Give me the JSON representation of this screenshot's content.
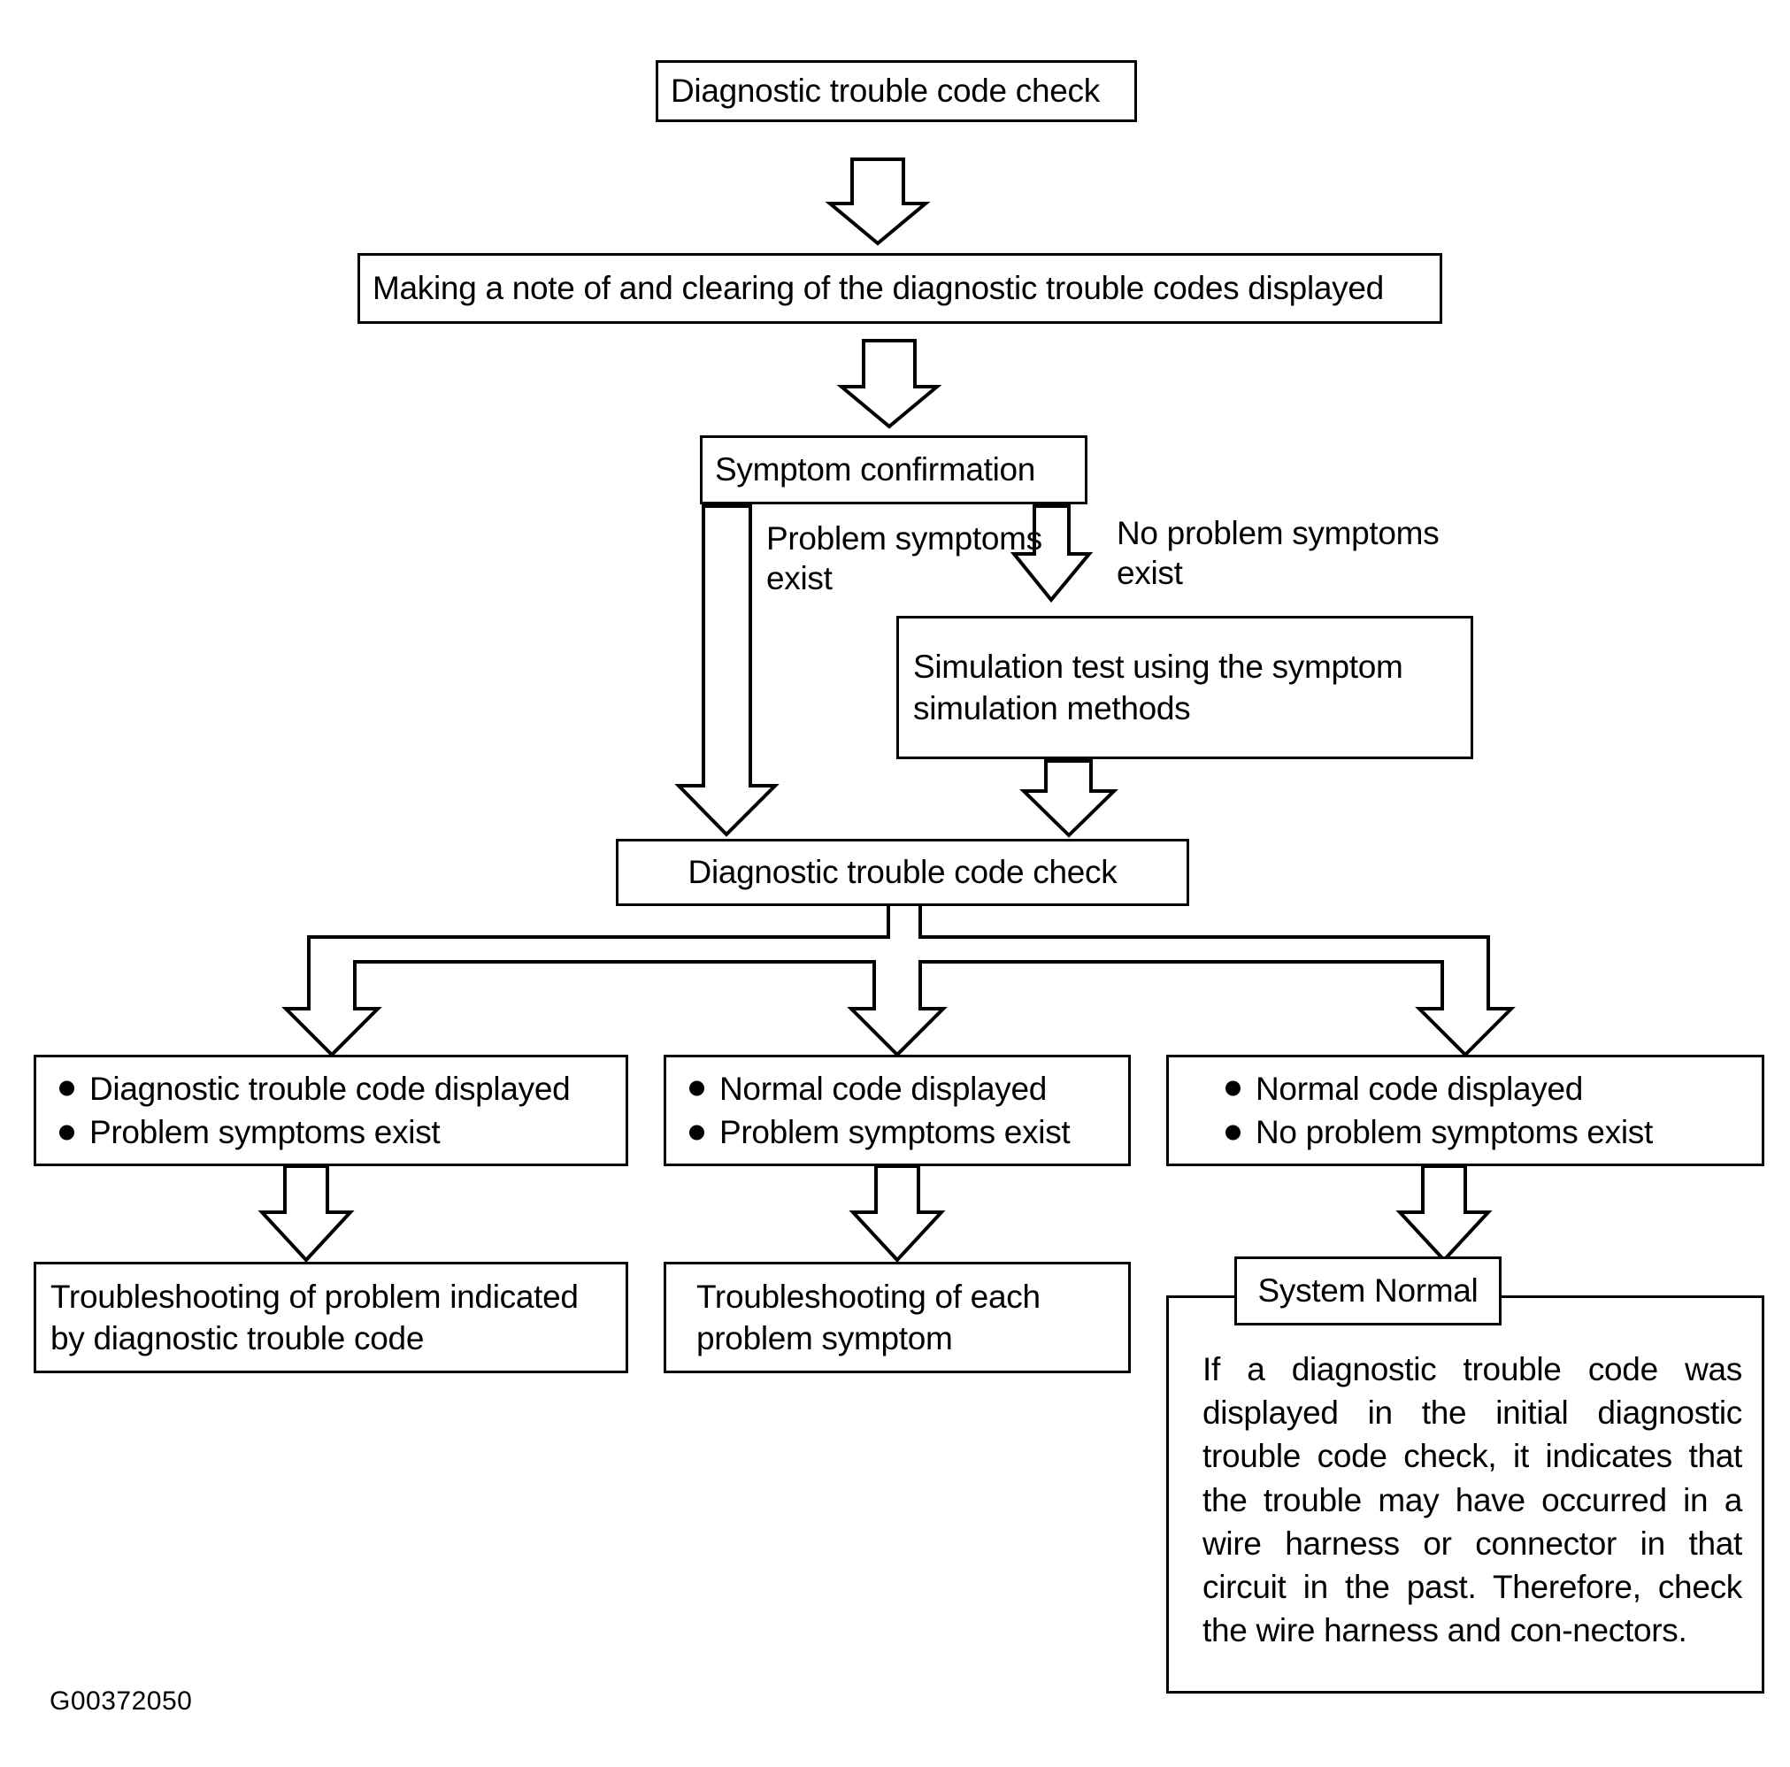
{
  "diagram": {
    "title": "Diagnostic trouble code check flowchart",
    "reference_code": "G00372050",
    "line_color": "#000000",
    "fill_color": "#ffffff"
  },
  "nodes": {
    "start": {
      "label": "Diagnostic trouble code check"
    },
    "clear_codes": {
      "label": "Making a note of and clearing of the diagnostic trouble codes displayed"
    },
    "symptom_confirmation": {
      "label": "Symptom confirmation"
    },
    "simulation_test": {
      "line1": "Simulation test using the symptom",
      "line2": "simulation methods"
    },
    "dtc_check_2": {
      "label": "Diagnostic trouble code check"
    },
    "result_left": {
      "bullets": [
        "Diagnostic trouble code displayed",
        "Problem symptoms exist"
      ]
    },
    "result_middle": {
      "bullets": [
        "Normal code displayed",
        "Problem symptoms exist"
      ]
    },
    "result_right": {
      "bullets": [
        "Normal code displayed",
        "No problem symptoms exist"
      ]
    },
    "troubleshoot_left": {
      "line1": "Troubleshooting of problem indicated",
      "line2": "by diagnostic trouble code"
    },
    "troubleshoot_middle": {
      "line1": "Troubleshooting of each",
      "line2": "problem symptom"
    },
    "system_normal": {
      "tag": "System Normal",
      "body": "If a diagnostic trouble code was displayed in the initial diagnostic trouble code check, it indicates that the trouble may have occurred in a wire harness or connector in that circuit in the past. Therefore, check the wire harness and con-nectors."
    }
  },
  "branch_labels": {
    "problem_exists": "Problem symptoms\nexist",
    "no_problem_exists": "No problem symptoms\nexist"
  },
  "icons": {
    "down_arrow": "down-arrow-icon",
    "bullet": "bullet-dot-icon"
  }
}
